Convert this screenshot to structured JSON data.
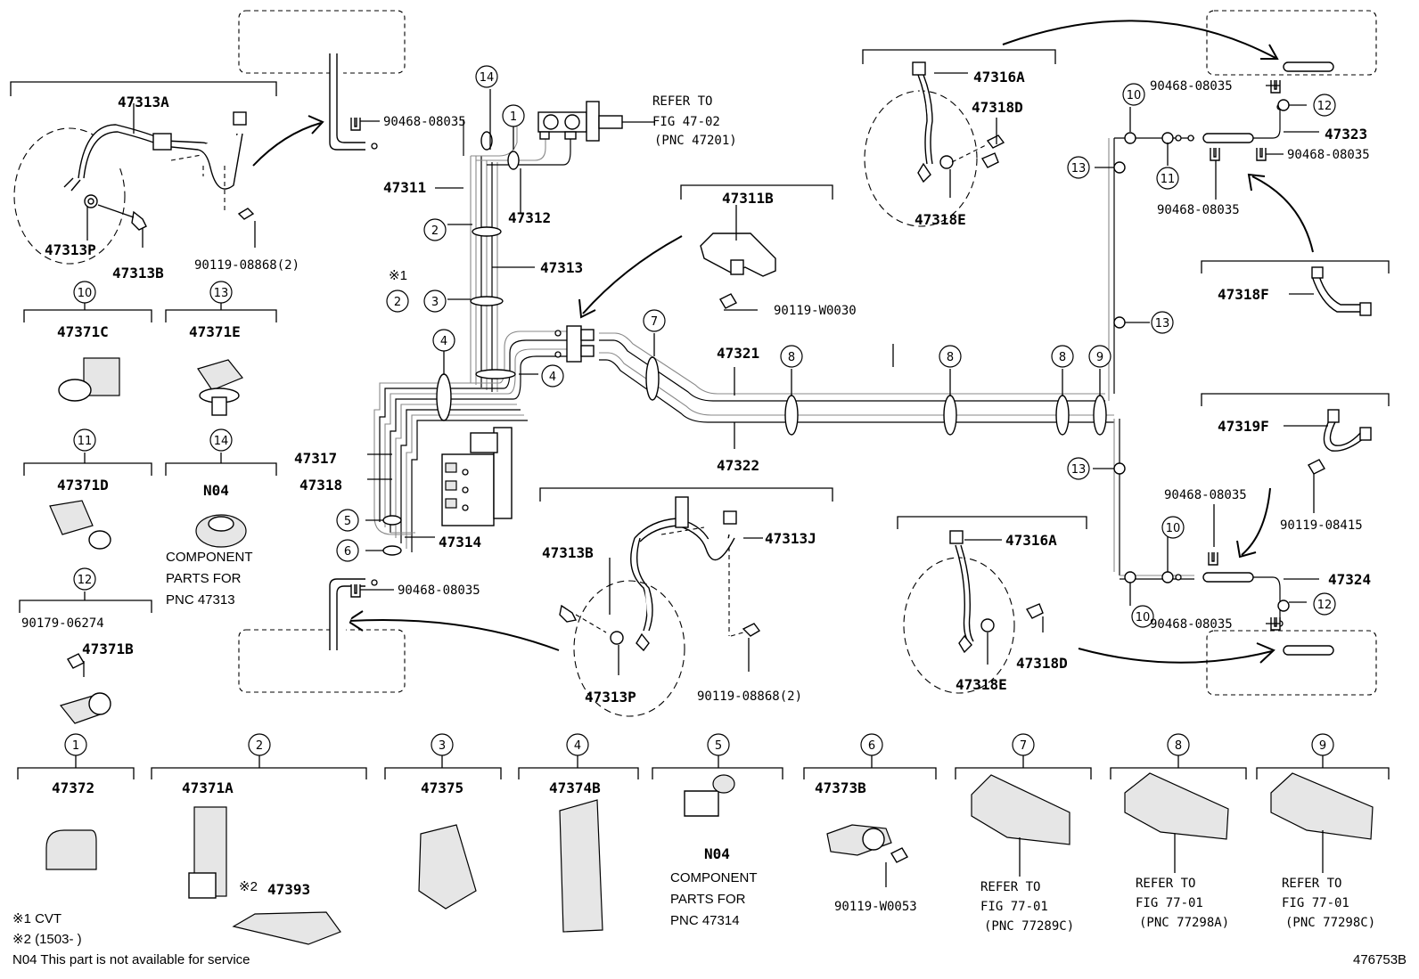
{
  "diagram_id": "476753B",
  "notes": {
    "n1": "※1 CVT",
    "n2": "※2 (1503-     )",
    "n3": "N04 This part is not available for service"
  },
  "refs": {
    "refer_to": "REFER TO",
    "fig_47_02": "FIG 47-02",
    "pnc_47201": "(PNC 47201)",
    "fig_77_01": "FIG 77-01",
    "pnc_77289c": "(PNC 77289C)",
    "pnc_77298a": "(PNC 77298A)",
    "pnc_77298c": "(PNC 77298C)"
  },
  "component": {
    "line1": "COMPONENT",
    "line2": "PARTS FOR",
    "pnc_47313": "PNC 47313",
    "pnc_47314": "PNC 47314"
  },
  "parts": {
    "p47313A": "47313A",
    "p47313P": "47313P",
    "p47313B": "47313B",
    "p90119_08868": "90119-08868(2)",
    "p90468_08035": "90468-08035",
    "p47311": "47311",
    "p47312": "47312",
    "p47313": "47313",
    "p47311B": "47311B",
    "p90119_W0030": "90119-W0030",
    "p47321": "47321",
    "p47322": "47322",
    "p47317": "47317",
    "p47318": "47318",
    "p47314": "47314",
    "p47313J": "47313J",
    "p47316A": "47316A",
    "p47318D": "47318D",
    "p47318E": "47318E",
    "p47323": "47323",
    "p47318F": "47318F",
    "p47319F": "47319F",
    "p90119_08415": "90119-08415",
    "p47324": "47324",
    "p47371C": "47371C",
    "p47371E": "47371E",
    "p47371D": "47371D",
    "pN04": "N04",
    "p90179_06274": "90179-06274",
    "p47371B": "47371B",
    "p47372": "47372",
    "p47371A": "47371A",
    "p47393": "47393",
    "p47375": "47375",
    "p47374B": "47374B",
    "p47373B": "47373B",
    "p90119_W0053": "90119-W0053"
  },
  "symbols": {
    "ref1": "※1",
    "ref2": "※2"
  },
  "callouts": {
    "c1": "1",
    "c2": "2",
    "c3": "3",
    "c4": "4",
    "c5": "5",
    "c6": "6",
    "c7": "7",
    "c8": "8",
    "c9": "9",
    "c10": "10",
    "c11": "11",
    "c12": "12",
    "c13": "13",
    "c14": "14"
  }
}
